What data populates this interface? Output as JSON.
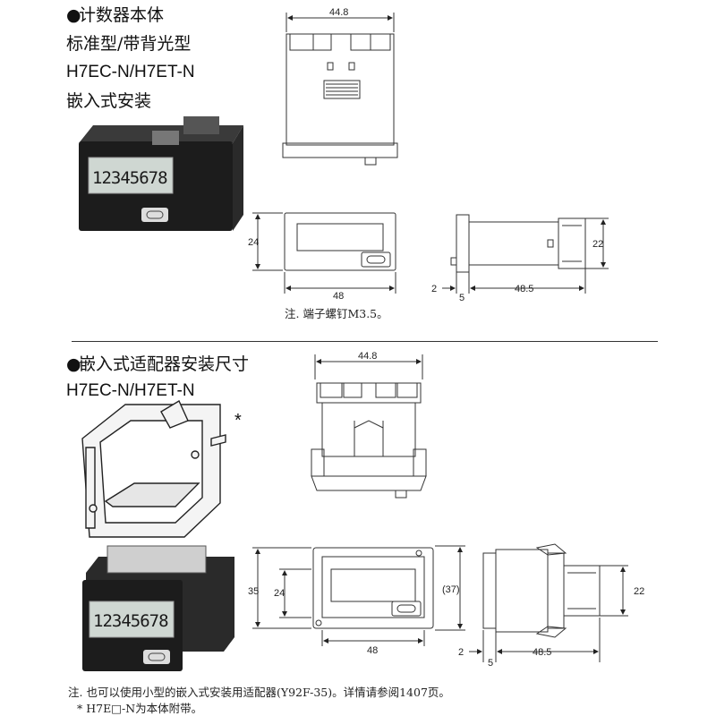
{
  "section1": {
    "lines": [
      "计数器本体",
      "标准型/带背光型",
      "H7EC-N/H7ET-N",
      "嵌入式安装"
    ],
    "display_digits": "12345678",
    "dims": {
      "top_width": "44.8",
      "front_height": "24",
      "front_width": "48",
      "side_depth": "48.5",
      "side_height": "22",
      "side_left": "2",
      "side_offset": "5"
    },
    "note": "注.  端子螺钉M3.5。"
  },
  "section2": {
    "lines": [
      "嵌入式适配器安装尺寸",
      "H7EC-N/H7ET-N"
    ],
    "asterisk": "*",
    "display_digits": "12345678",
    "dims": {
      "top_width": "44.8",
      "outer_height": "35",
      "inner_height": "24",
      "paren_height": "(37)",
      "front_width": "48",
      "side_depth": "48.5",
      "side_height": "22",
      "side_left": "2",
      "side_offset": "5"
    },
    "notes": [
      "注.  也可以使用小型的嵌入式安装用适配器(Y92F-35)。详情请参阅1407页。",
      "*  H7E□-N为本体附带。"
    ]
  }
}
